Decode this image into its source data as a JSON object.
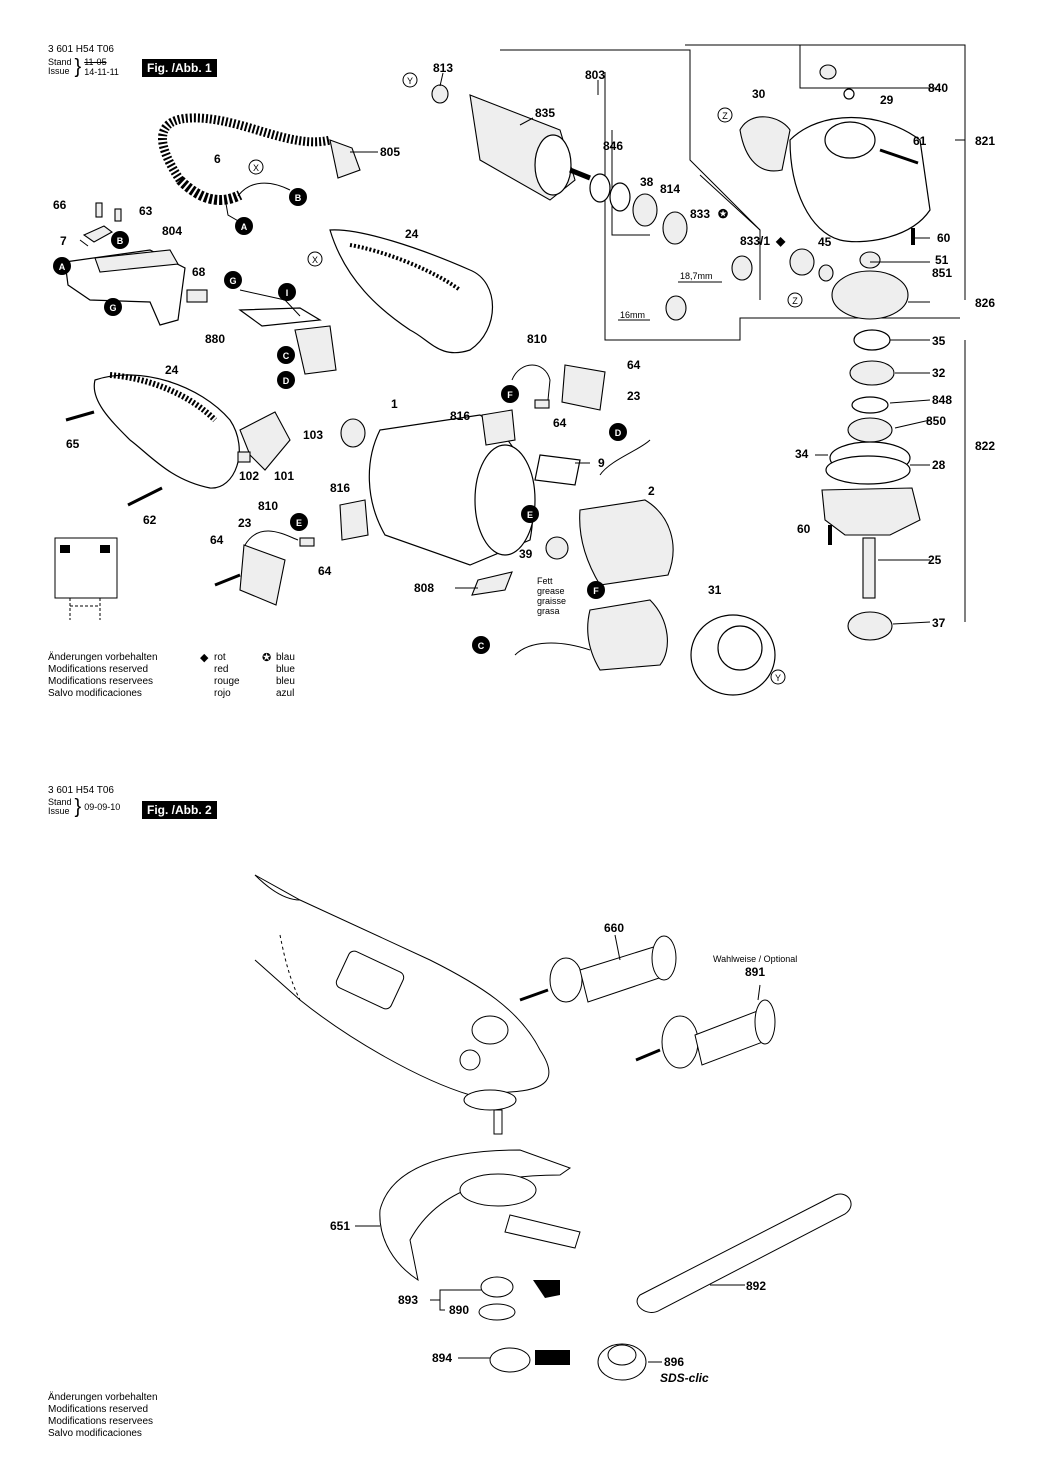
{
  "fig1": {
    "header": {
      "code": "3 601 H54 T06",
      "stand_label": "Stand",
      "issue_label": "Issue",
      "old_date": "11-05",
      "date": "14-11-11"
    },
    "badge": "Fig. /Abb. 1",
    "notes": [
      "Änderungen vorbehalten",
      "Modifications reserved",
      "Modifications reservees",
      "Salvo modificaciones"
    ],
    "legend": {
      "rot": {
        "symbol": "◆",
        "lines": [
          "rot",
          "red",
          "rouge",
          "rojo"
        ]
      },
      "blau": {
        "symbol": "✪",
        "lines": [
          "blau",
          "blue",
          "bleu",
          "azul"
        ]
      }
    },
    "parts": [
      "813",
      "803",
      "835",
      "30",
      "840",
      "29",
      "821",
      "61",
      "846",
      "38",
      "814",
      "833",
      "833/1",
      "45",
      "60",
      "51",
      "851",
      "826",
      "35",
      "32",
      "848",
      "850",
      "822",
      "34",
      "28",
      "60",
      "25",
      "37",
      "805",
      "6",
      "66",
      "63",
      "804",
      "7",
      "68",
      "24",
      "880",
      "810",
      "64",
      "23",
      "816",
      "64",
      "24",
      "65",
      "103",
      "1",
      "9",
      "102",
      "101",
      "62",
      "810",
      "23",
      "816",
      "64",
      "2",
      "64",
      "808",
      "39",
      "31"
    ],
    "markers": [
      "X",
      "Y",
      "Z",
      "A",
      "B",
      "C",
      "D",
      "E",
      "F",
      "G",
      "I"
    ],
    "annotations": {
      "dim1": "18,7mm",
      "dim2": "16mm",
      "grease": [
        "Fett",
        "grease",
        "graisse",
        "grasa"
      ]
    },
    "accent": "#000000"
  },
  "fig2": {
    "header": {
      "code": "3 601 H54 T06",
      "stand_label": "Stand",
      "issue_label": "Issue",
      "date": "09-09-10"
    },
    "badge": "Fig. /Abb. 2",
    "optional": "Wahlweise / Optional",
    "parts": [
      "660",
      "891",
      "651",
      "892",
      "893",
      "890",
      "894",
      "896"
    ],
    "sds": "SDS-clic",
    "notes": [
      "Änderungen vorbehalten",
      "Modifications reserved",
      "Modifications reservees",
      "Salvo modificaciones"
    ]
  }
}
